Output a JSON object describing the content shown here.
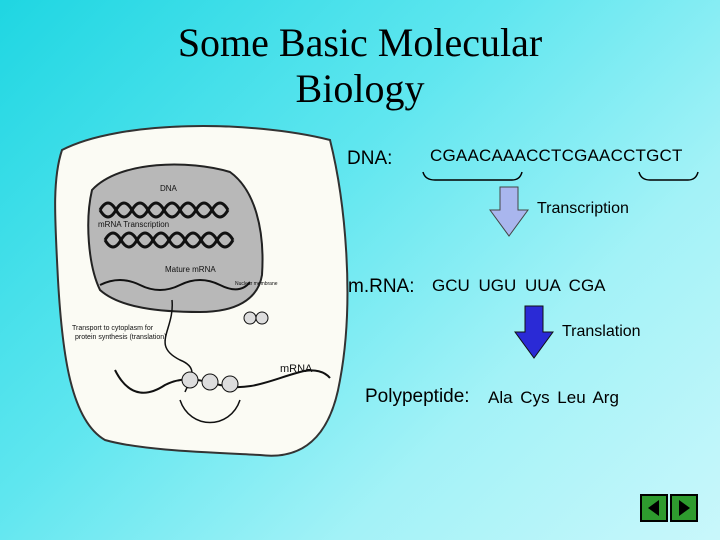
{
  "slide": {
    "title_line1": "Some Basic Molecular",
    "title_line2": "Biology"
  },
  "figure": {
    "cell_labels": {
      "dna": "DNA",
      "mrna_transcription": "mRNA Transcription",
      "mature_mrna": "Mature mRNA",
      "nuclear_membrane": "Nuclear membrane",
      "transport": "Transport to cytoplasm for",
      "transport2": "protein synthesis (translation)",
      "mrna": "mRNA"
    }
  },
  "process": {
    "dna_label": "DNA:",
    "dna_sequence": "CGAACAAACCTCGAACCTGCT",
    "transcription_label": "Transcription",
    "mrna_label": "m.RNA:",
    "mrna_codons": "GCU  UGU  UUA  CGA",
    "translation_label": "Translation",
    "polypeptide_label": "Polypeptide:",
    "amino_acids": "Ala Cys  Leu  Arg"
  },
  "colors": {
    "transcription_arrow": "#a9b6ee",
    "translation_arrow": "#2a2ad6",
    "nav_button": "#2e9b2e"
  },
  "nav": {
    "prev_icon": "triangle-left-icon",
    "next_icon": "triangle-right-icon"
  }
}
